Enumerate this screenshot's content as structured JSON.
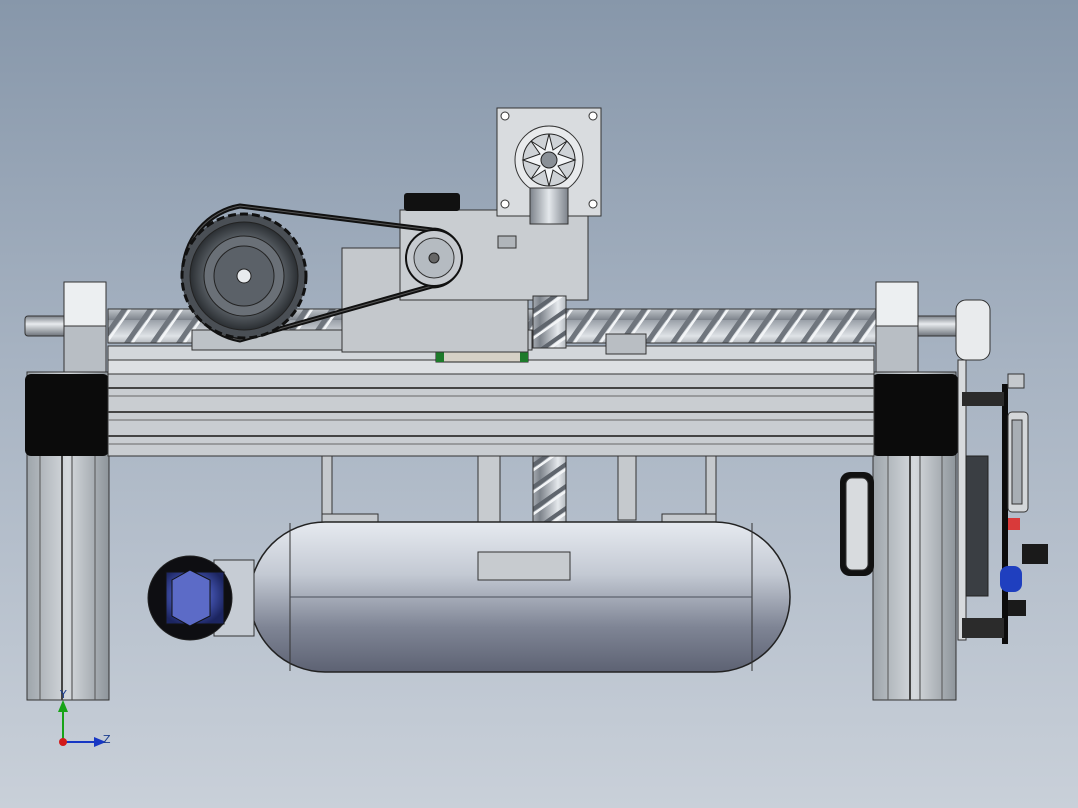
{
  "viewport": {
    "background_top": "#8797aa",
    "background_bottom": "#c9d0d9"
  },
  "triad": {
    "x_label": "",
    "y_label": "Y",
    "z_label": "Z",
    "colors": {
      "y": "#17a317",
      "z": "#1737c4",
      "origin": "#d21a1a"
    }
  },
  "materials": {
    "aluminum": "#c8ccd0",
    "aluminum_dark": "#8e959b",
    "black": "#0b0b0b",
    "steel": "#b9c0c7",
    "tank_body": "#c3c9d3",
    "guide_green": "#1d7a2a",
    "connector_blue": "#1f3fbf",
    "pcb_red": "#d93a3a"
  },
  "components": [
    "base-frame",
    "left-post",
    "right-post",
    "lead-screw",
    "timing-belt",
    "large-pulley",
    "small-pulley",
    "stepper-motor",
    "bevel-gear",
    "vertical-screw",
    "gas-tank",
    "tank-valve",
    "control-board",
    "view-triad"
  ]
}
